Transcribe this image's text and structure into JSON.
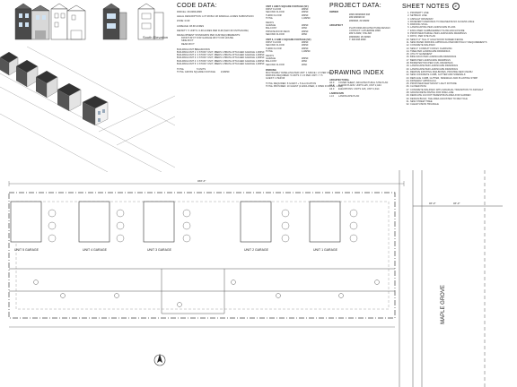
{
  "elevations": {
    "label": "South Elevation"
  },
  "code_data": {
    "title": "CODE DATA:",
    "lines": [
      "PARCEL: ##-####-####",
      "LEGAL DESCRIPTION: LOT ## BLK ## RANDALL ACRES SUBDIVISION",
      "ZONE: R-## ",
      "ACREAGE: ##.## ACRES",
      "DENSITY: 5 UNITS / 0.## ACRES PER R-## (MAX ## UNITS/ACRE)",
      "DEVELOPMENT STANDARDS PER R-## REQUIREMENTS:",
      "FRONT        ## FT FOR GARAGE ## FT FOR HOUSE",
      "SIDE          ## FT",
      "REAR          ## FT"
    ],
    "buildings_title": "BUILDING/UNIT BREAKDOWN",
    "buildings": [
      "BUILDING/UNIT 1: 3 STORY UNIT, 3BEDS 2.5BATH ATTACHED GARAGE 1,###SF",
      "BUILDING/UNIT 2: 3 STORY UNIT, 3BEDS 2.5BATH ATTACHED GARAGE 1,###SF",
      "BUILDING/UNIT 3: 3 STORY UNIT, 3BEDS 2.5BATH ATTACHED GARAGE 1,###SF",
      "BUILDING/UNIT 4: 3 STORY UNIT, 3BEDS 2.5BATH ATTACHED GARAGE 1,###SF",
      "BUILDING/UNIT 5: 3 STORY UNIT, 3BEDS 2.5BATH ATTACHED GARAGE 1,###SF"
    ],
    "total_label": "TOTAL",
    "total_value": "5 UNITS",
    "total_sf_label": "TOTAL GROSS SQUARE FOOTAGE",
    "total_sf_value": "#,###SF"
  },
  "unit_footage": {
    "title": "UNIT 1 AND 5 SQUARE FOOTAGE (SF)",
    "rows": [
      [
        "FIRST FLOOR",
        "###SF"
      ],
      [
        "SECOND FLOOR",
        "###SF"
      ],
      [
        "THIRD FLOOR",
        "###SF"
      ],
      [
        "TOTAL",
        "1,###SF"
      ]
    ],
    "decks_title": "DECKS",
    "decks": [
      [
        "GARAGE",
        "###SF"
      ],
      [
        "BALCONY",
        "##SF"
      ],
      [
        "PRIVATE ROOF DECK",
        "###SF"
      ],
      [
        "SECOND FLOOR",
        "##SF"
      ]
    ],
    "unit2_title": "UNIT 2, 3 AND 4 SQUARE FOOTAGE (SF)",
    "unit2_rows": [
      [
        "FIRST FLOOR",
        "###SF"
      ],
      [
        "SECOND FLOOR",
        "###SF"
      ],
      [
        "THIRD FLOOR",
        "###SF"
      ],
      [
        "TOTAL",
        "1,###SF"
      ]
    ],
    "decks2_title": "DECKS",
    "decks2": [
      [
        "GARAGE",
        "###SF"
      ],
      [
        "BALCONY",
        "##SF"
      ],
      [
        "SECOND FLOOR",
        "##SF"
      ]
    ],
    "parking_title": "PARKING",
    "parking": [
      "MULTIFAMILY DWELLING PER UNIT: 1 SPACE / 1.5 PER UNIT",
      "PARKING REQUIRED: 5 UNITS X 1.5 PER UNIT = 7.5",
      "GUEST: 1 PER ##",
      "TOTAL REQUIRED: 8 GUEST + 5 ALLOCATION",
      "TOTAL PROVIDED: 10 GUEST (2 ENCLOSED, 2 OPEN IN DRIVE, 1 ###)"
    ]
  },
  "project_data": {
    "title": "PROJECT DATA:",
    "groups": [
      {
        "label": "OWNER",
        "lines": [
          "#### ######## ###",
          "### ###### ##",
          "#######, ## #####"
        ]
      },
      {
        "label": "ARCHITECT",
        "lines": [
          "PLATFORM ARCHITECTURE DESIGN",
          "CONTACT: CATHERINE ####",
          "### N ####, STE ###",
          "########, ## #####",
          "T: ###.###.####"
        ]
      }
    ]
  },
  "drawing_index": {
    "title": "DRAWING INDEX",
    "sections": [
      {
        "label": "ARCHITECTURAL",
        "rows": [
          [
            "A0.0",
            "COVER SHEET, ARCHITECTURAL SITE PLAN"
          ],
          [
            "A2.0",
            "FLOOR PLANS: UNITS 1&5, UNIT 2,3&4"
          ],
          [
            "A3.0",
            "ELEVATIONS: UNITS 1&5, UNIT 2,3&4"
          ]
        ]
      },
      {
        "label": "LANDSCAPE",
        "rows": [
          [
            "L1.0",
            "LANDSCAPE PLAN"
          ]
        ]
      }
    ]
  },
  "sheet_notes": {
    "title": "SHEET NOTES",
    "symbol": "#",
    "items": [
      "PROPERTY LINE",
      "SETBACK LINE",
      "ASPHALT DRIVEWAY",
      "PAVEMENT MARKINGS TO DELINEATE NO ACCESS AISLE",
      "PARKING STALL",
      "LANDSCAPING PER LANDSCAPE PLANS",
      "ENCLOSED GARBAGE/RECYCLING ENCLOSURE",
      "PROPOSED PARCEL PER LANDSCAPE DRAWINGS",
      "PATIO, PER SITE PLAN",
      "NEW 6'-0\" TALL 6\" HIGH WOOD SCREEN FENCE",
      "NEW PAVED PARKING APPROACH PER ### POLICY REQUIREMENTS",
      "CONCRETE WALKWAY",
      "NEW 2\" CONDUIT FOR EV CHARGING",
      "TREE PER LANDSCAPE DRAWINGS",
      "UTILITY EASEMENT",
      "BIKE RACK PER LANDSCAPE DRAWINGS",
      "BERM PER LANDSCAPE DRAWINGS",
      "BIORETENTION PER CIVIL DRAWINGS",
      "LANDSCAPE PER LANDSCAPE DRAWINGS",
      "LANDSCAPE PER LANDSCAPE DRAWINGS",
      "REMOVE EXISTING MAILBOXES, PROVIDE NEW CMLBU",
      "NEW CONCRETE CURB, GUTTER AND SIDEWALK",
      "REPLACE CURB, GUTTER, SIDEWALK AND PLANTING STRIP",
      "DRIVEWAY APPROACH",
      "PROPOSED NEW MOUNT LIGHT FIXTURE",
      "CLOSED PATH",
      "CONCRETE WALKWAY WITH GRADUAL TRANSITION TO ASPHALT",
      "GRASSCRETE PAVING FOR FIRE LANE",
      "DEDICATE 10-FOOT PEDESTRIAN AREA FOR GARDEN",
      "DESIGN BUILD; THE AREA ADJUSTED TO RECYCLE",
      "NEW STREET TREE",
      "CLEAR VISION TRIANGLE"
    ]
  },
  "site_plan": {
    "units": [
      "UNIT 5 GARAGE",
      "UNIT 4 GARAGE",
      "UNIT 3 GARAGE",
      "UNIT 2 GARAGE",
      "UNIT 1 GARAGE"
    ],
    "street_label": "MAPLE GROVE",
    "dim_labels": [
      "###'-#\"",
      "##'-#\"",
      "##'-#\""
    ]
  }
}
